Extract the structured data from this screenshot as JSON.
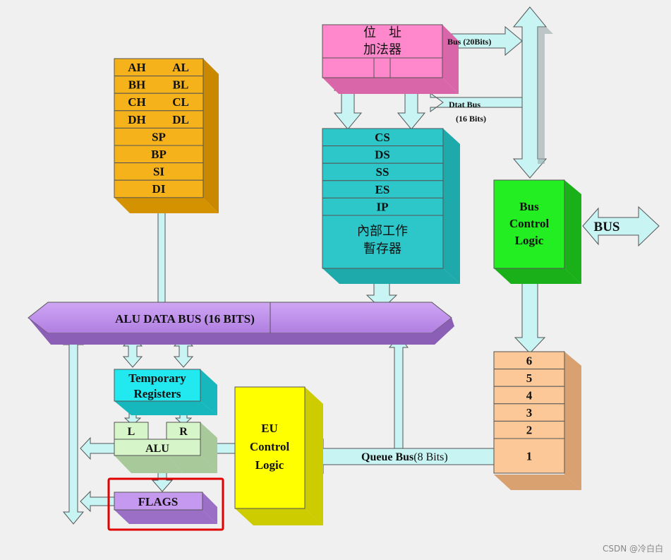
{
  "registers": {
    "pairs": [
      [
        "AH",
        "AL"
      ],
      [
        "BH",
        "BL"
      ],
      [
        "CH",
        "CL"
      ],
      [
        "DH",
        "DL"
      ]
    ],
    "singles": [
      "SP",
      "BP",
      "SI",
      "DI"
    ]
  },
  "address_adder": {
    "line1": "位　址",
    "line2": "加法器"
  },
  "bus_20": "Bus (20Bits)",
  "data_bus_line1": "Dtat Bus",
  "data_bus_line2": "(16 Bits)",
  "segment_registers": [
    "CS",
    "DS",
    "SS",
    "ES",
    "IP"
  ],
  "internal_temp": {
    "line1": "內部工作",
    "line2": "暫存器"
  },
  "bus_control": {
    "line1": "Bus",
    "line2": "Control",
    "line3": "Logic"
  },
  "bus_external": "BUS",
  "alu_data_bus": "ALU DATA BUS (16 BITS)",
  "temporary_registers": {
    "line1": "Temporary",
    "line2": "Registers"
  },
  "alu": {
    "left": "L",
    "right": "R",
    "label": "ALU"
  },
  "flags": "FLAGS",
  "eu_control": {
    "line1": "EU",
    "line2": "Control",
    "line3": "Logic"
  },
  "queue_bus": {
    "label": "Queue  Bus",
    "width": "(8 Bits)"
  },
  "queue": [
    "6",
    "5",
    "4",
    "3",
    "2",
    "1"
  ],
  "watermark": "CSDN @冷白白",
  "colors": {
    "registers": "#f5b21a",
    "address_adder": "#ff88cc",
    "segment": "#2ec7c9",
    "bus_control": "#22dd22",
    "alu_bus": "#c699f0",
    "temporary": "#22e8ef",
    "alu": "#d6f5c8",
    "flags": "#c699f0",
    "eu_control": "#ffff00",
    "queue": "#fcc898",
    "arrow": "#c8f4f4",
    "highlight": "#e00000"
  }
}
